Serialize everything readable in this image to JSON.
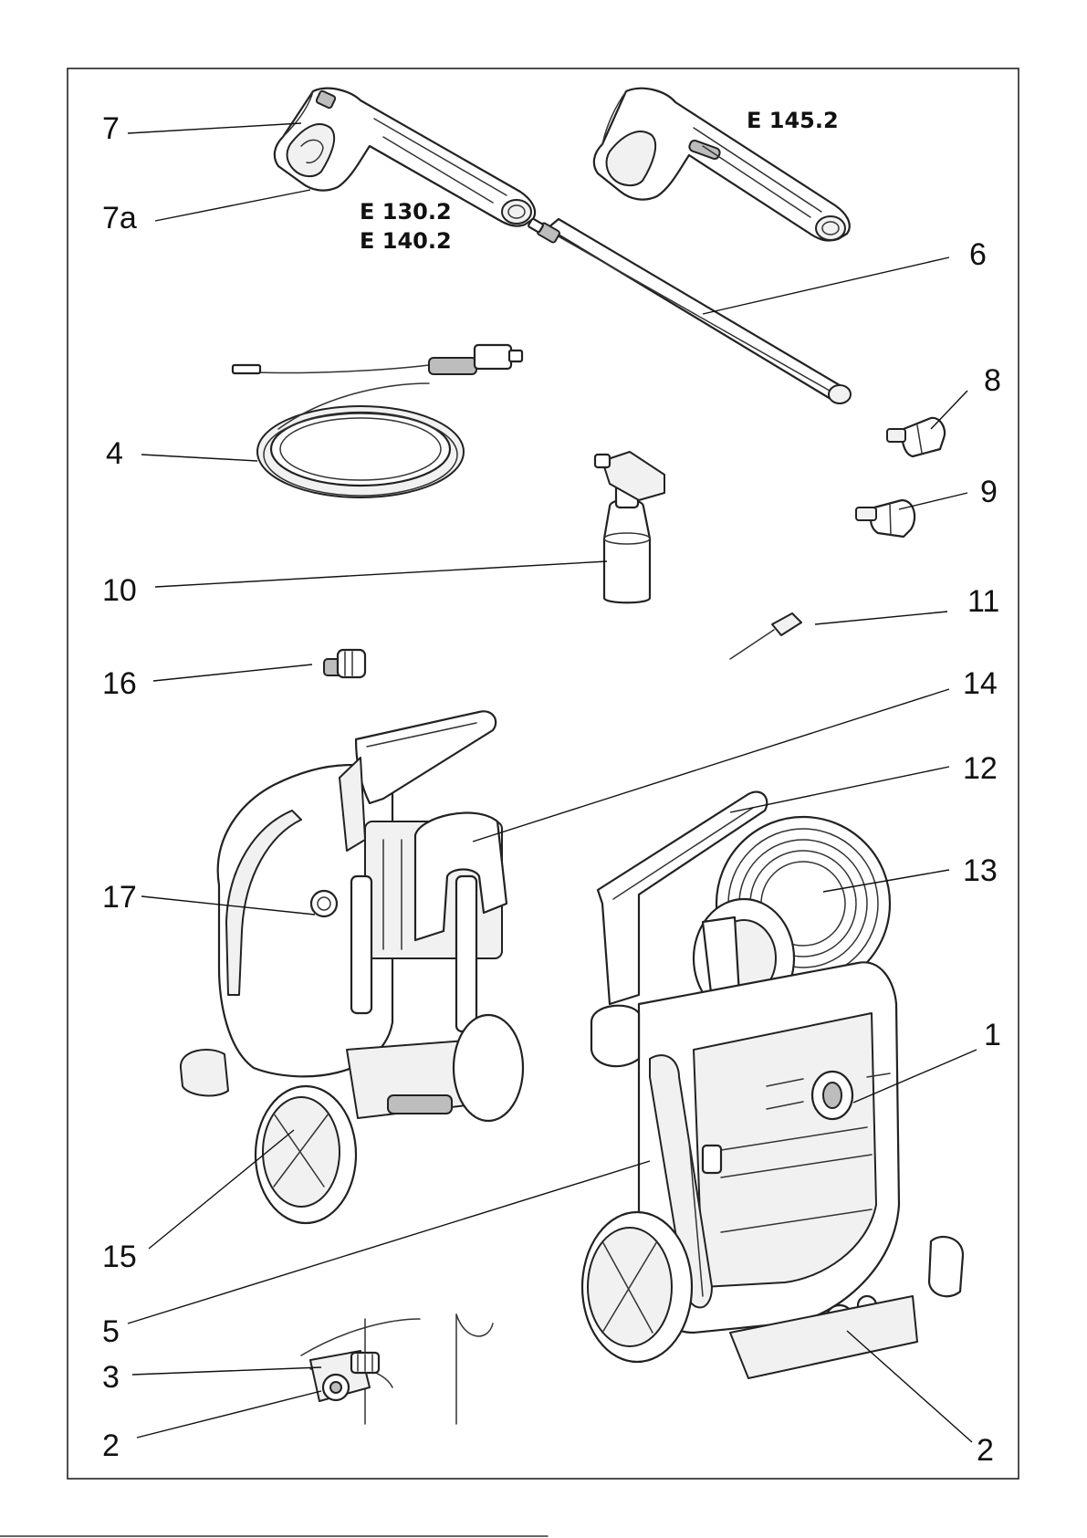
{
  "model_labels": {
    "m1": "E 145.2",
    "m2": "E 130.2",
    "m3": "E 140.2"
  },
  "callouts": {
    "c7": "7",
    "c7a": "7a",
    "c6": "6",
    "c4": "4",
    "c8": "8",
    "c9": "9",
    "c10": "10",
    "c11": "11",
    "c16": "16",
    "c14": "14",
    "c12": "12",
    "c13": "13",
    "c17": "17",
    "c1": "1",
    "c15": "15",
    "c5": "5",
    "c3": "3",
    "c2_left": "2",
    "c2_right": "2"
  },
  "colors": {
    "line": "#222222",
    "background": "#ffffff"
  }
}
